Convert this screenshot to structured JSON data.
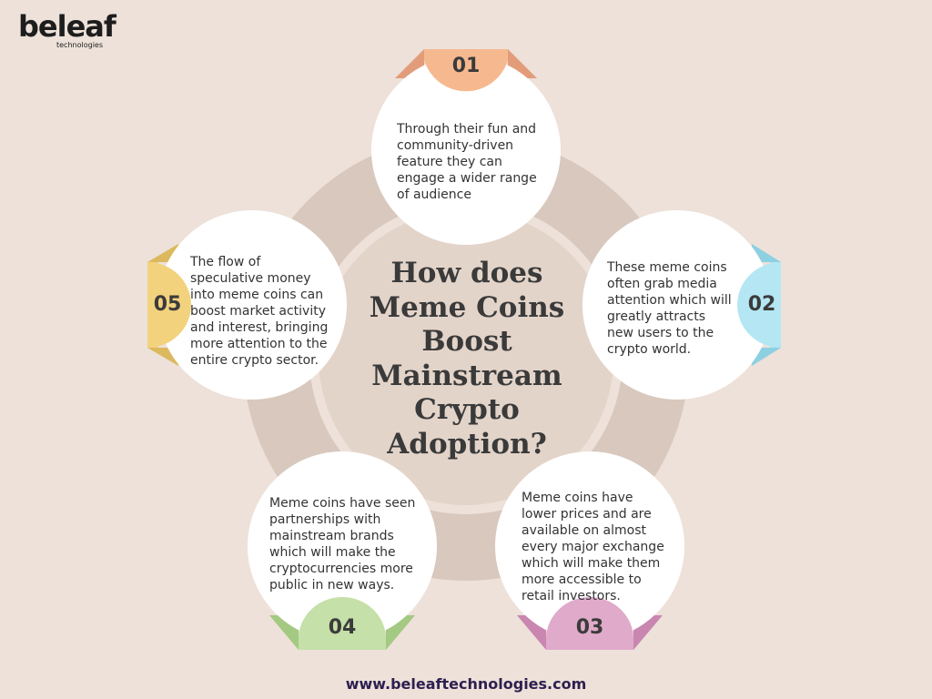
{
  "logo": {
    "word": "beleaf",
    "sub": "technologies"
  },
  "title": "How does Meme Coins Boost Mainstream Crypto Adoption?",
  "items": [
    {
      "number": "01",
      "color": "#f6b98f",
      "dark": "#e39c7a",
      "text": "Through their fun and\ncommunity-driven\nfeature they can\nengage a wider range\nof audience"
    },
    {
      "number": "02",
      "color": "#b4e6f3",
      "dark": "#8cd0e2",
      "text": "These meme coins\noften grab media\nattention which will\ngreatly attracts\nnew users to the\ncrypto world."
    },
    {
      "number": "03",
      "color": "#e0aacb",
      "dark": "#c886b0",
      "text": "Meme coins have\n lower prices and are\navailable on almost\nevery major exchange\nwhich will make them\nmore accessible to\nretail investors."
    },
    {
      "number": "04",
      "color": "#c5e0a8",
      "dark": "#a3c982",
      "text": "Meme coins have seen\npartnerships with\nmainstream brands\nwhich will make the\ncryptocurrencies more\npublic in new ways."
    },
    {
      "number": "05",
      "color": "#f3d27e",
      "dark": "#dcb85e",
      "text": "The flow of\n speculative money\ninto meme coins can\nboost market activity\nand interest, bringing\nmore attention to the\nentire crypto sector."
    }
  ],
  "footer": "www.beleaftechnologies.com"
}
